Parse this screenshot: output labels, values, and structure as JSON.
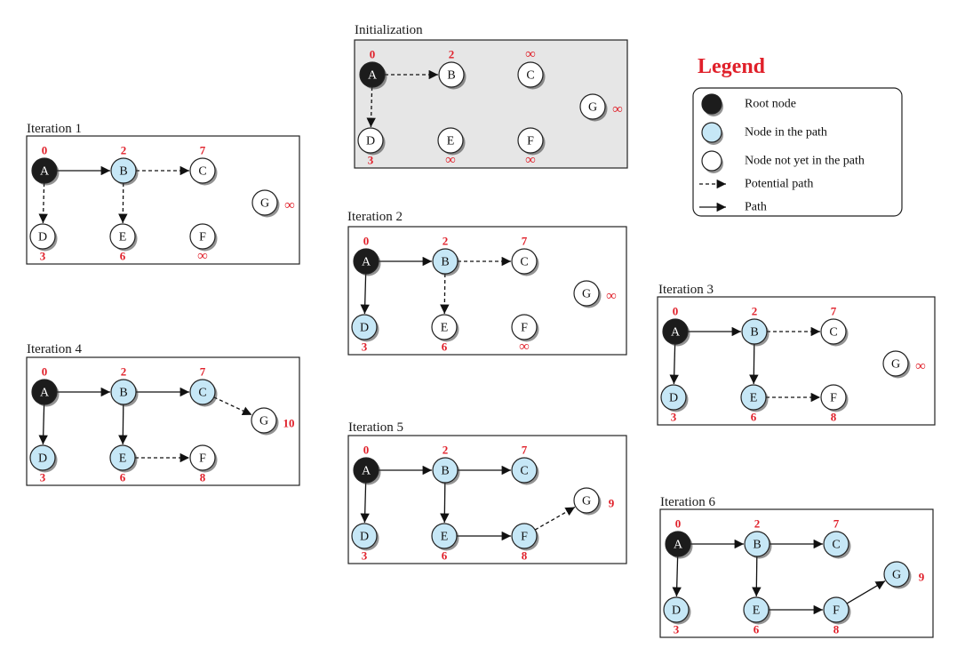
{
  "colors": {
    "root": "#1c1c1c",
    "in_path": "#c6e7f6",
    "not_in_path": "#ffffff",
    "distance": "#e0202a",
    "panel_init_bg": "#e6e6e6"
  },
  "legend": {
    "title": "Legend",
    "items": [
      {
        "kind": "root",
        "label": "Root node"
      },
      {
        "kind": "in_path",
        "label": "Node in the path"
      },
      {
        "kind": "not_in_path",
        "label": "Node not yet in the path"
      },
      {
        "kind": "potential",
        "label": "Potential path"
      },
      {
        "kind": "path",
        "label": "Path"
      }
    ]
  },
  "panels": [
    {
      "title": "Initialization",
      "nodes": [
        {
          "id": "A",
          "state": "root",
          "dist": "0"
        },
        {
          "id": "B",
          "state": "not_in_path",
          "dist": "2"
        },
        {
          "id": "C",
          "state": "not_in_path",
          "dist": "∞"
        },
        {
          "id": "D",
          "state": "not_in_path",
          "dist": "3"
        },
        {
          "id": "E",
          "state": "not_in_path",
          "dist": "∞"
        },
        {
          "id": "F",
          "state": "not_in_path",
          "dist": "∞"
        },
        {
          "id": "G",
          "state": "not_in_path",
          "dist": "∞"
        }
      ],
      "edges": [
        [
          "A",
          "B",
          "potential"
        ],
        [
          "A",
          "D",
          "potential"
        ]
      ]
    },
    {
      "title": "Iteration 1",
      "nodes": [
        {
          "id": "A",
          "state": "root",
          "dist": "0"
        },
        {
          "id": "B",
          "state": "in_path",
          "dist": "2"
        },
        {
          "id": "C",
          "state": "not_in_path",
          "dist": "7"
        },
        {
          "id": "D",
          "state": "not_in_path",
          "dist": "3"
        },
        {
          "id": "E",
          "state": "not_in_path",
          "dist": "6"
        },
        {
          "id": "F",
          "state": "not_in_path",
          "dist": "∞"
        },
        {
          "id": "G",
          "state": "not_in_path",
          "dist": "∞"
        }
      ],
      "edges": [
        [
          "A",
          "B",
          "path"
        ],
        [
          "A",
          "D",
          "potential"
        ],
        [
          "B",
          "C",
          "potential"
        ],
        [
          "B",
          "E",
          "potential"
        ]
      ]
    },
    {
      "title": "Iteration 2",
      "nodes": [
        {
          "id": "A",
          "state": "root",
          "dist": "0"
        },
        {
          "id": "B",
          "state": "in_path",
          "dist": "2"
        },
        {
          "id": "C",
          "state": "not_in_path",
          "dist": "7"
        },
        {
          "id": "D",
          "state": "in_path",
          "dist": "3"
        },
        {
          "id": "E",
          "state": "not_in_path",
          "dist": "6"
        },
        {
          "id": "F",
          "state": "not_in_path",
          "dist": "∞"
        },
        {
          "id": "G",
          "state": "not_in_path",
          "dist": "∞"
        }
      ],
      "edges": [
        [
          "A",
          "B",
          "path"
        ],
        [
          "A",
          "D",
          "path"
        ],
        [
          "B",
          "C",
          "potential"
        ],
        [
          "B",
          "E",
          "potential"
        ]
      ]
    },
    {
      "title": "Iteration 3",
      "nodes": [
        {
          "id": "A",
          "state": "root",
          "dist": "0"
        },
        {
          "id": "B",
          "state": "in_path",
          "dist": "2"
        },
        {
          "id": "C",
          "state": "not_in_path",
          "dist": "7"
        },
        {
          "id": "D",
          "state": "in_path",
          "dist": "3"
        },
        {
          "id": "E",
          "state": "in_path",
          "dist": "6"
        },
        {
          "id": "F",
          "state": "not_in_path",
          "dist": "8"
        },
        {
          "id": "G",
          "state": "not_in_path",
          "dist": "∞"
        }
      ],
      "edges": [
        [
          "A",
          "B",
          "path"
        ],
        [
          "A",
          "D",
          "path"
        ],
        [
          "B",
          "C",
          "potential"
        ],
        [
          "B",
          "E",
          "path"
        ],
        [
          "E",
          "F",
          "potential"
        ]
      ]
    },
    {
      "title": "Iteration 4",
      "nodes": [
        {
          "id": "A",
          "state": "root",
          "dist": "0"
        },
        {
          "id": "B",
          "state": "in_path",
          "dist": "2"
        },
        {
          "id": "C",
          "state": "in_path",
          "dist": "7"
        },
        {
          "id": "D",
          "state": "in_path",
          "dist": "3"
        },
        {
          "id": "E",
          "state": "in_path",
          "dist": "6"
        },
        {
          "id": "F",
          "state": "not_in_path",
          "dist": "8"
        },
        {
          "id": "G",
          "state": "not_in_path",
          "dist": "10"
        }
      ],
      "edges": [
        [
          "A",
          "B",
          "path"
        ],
        [
          "A",
          "D",
          "path"
        ],
        [
          "B",
          "C",
          "path"
        ],
        [
          "B",
          "E",
          "path"
        ],
        [
          "E",
          "F",
          "potential"
        ],
        [
          "C",
          "G",
          "potential"
        ]
      ]
    },
    {
      "title": "Iteration 5",
      "nodes": [
        {
          "id": "A",
          "state": "root",
          "dist": "0"
        },
        {
          "id": "B",
          "state": "in_path",
          "dist": "2"
        },
        {
          "id": "C",
          "state": "in_path",
          "dist": "7"
        },
        {
          "id": "D",
          "state": "in_path",
          "dist": "3"
        },
        {
          "id": "E",
          "state": "in_path",
          "dist": "6"
        },
        {
          "id": "F",
          "state": "in_path",
          "dist": "8"
        },
        {
          "id": "G",
          "state": "not_in_path",
          "dist": "9"
        }
      ],
      "edges": [
        [
          "A",
          "B",
          "path"
        ],
        [
          "A",
          "D",
          "path"
        ],
        [
          "B",
          "C",
          "path"
        ],
        [
          "B",
          "E",
          "path"
        ],
        [
          "E",
          "F",
          "path"
        ],
        [
          "F",
          "G",
          "potential"
        ]
      ]
    },
    {
      "title": "Iteration 6",
      "nodes": [
        {
          "id": "A",
          "state": "root",
          "dist": "0"
        },
        {
          "id": "B",
          "state": "in_path",
          "dist": "2"
        },
        {
          "id": "C",
          "state": "in_path",
          "dist": "7"
        },
        {
          "id": "D",
          "state": "in_path",
          "dist": "3"
        },
        {
          "id": "E",
          "state": "in_path",
          "dist": "6"
        },
        {
          "id": "F",
          "state": "in_path",
          "dist": "8"
        },
        {
          "id": "G",
          "state": "in_path",
          "dist": "9"
        }
      ],
      "edges": [
        [
          "A",
          "B",
          "path"
        ],
        [
          "A",
          "D",
          "path"
        ],
        [
          "B",
          "C",
          "path"
        ],
        [
          "B",
          "E",
          "path"
        ],
        [
          "E",
          "F",
          "path"
        ],
        [
          "F",
          "G",
          "path"
        ]
      ]
    }
  ]
}
